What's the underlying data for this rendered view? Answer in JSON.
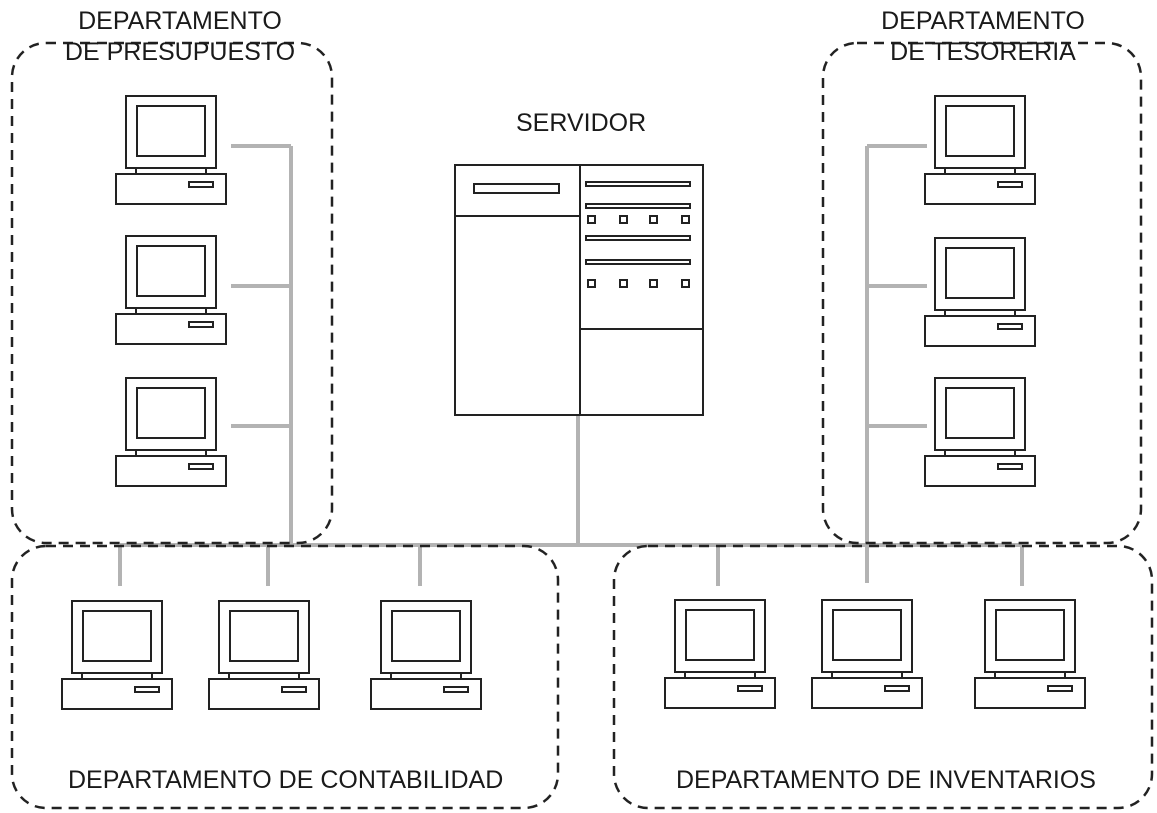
{
  "server": {
    "label": "SERVIDOR"
  },
  "departments": [
    {
      "id": "presupuesto",
      "lines": [
        "DEPARTAMENTO",
        "DE PRESUPUESTO"
      ]
    },
    {
      "id": "tesoreria",
      "lines": [
        "DEPARTAMENTO",
        "DE TESORERIA"
      ]
    },
    {
      "id": "contabilidad",
      "lines": [
        "DEPARTAMENTO DE CONTABILIDAD"
      ]
    },
    {
      "id": "inventarios",
      "lines": [
        "DEPARTAMENTO DE INVENTARIOS"
      ]
    }
  ],
  "computers_per_department": 3,
  "colors": {
    "line": "#b3b3b3",
    "outline": "#222222",
    "boundary": "#222222"
  }
}
